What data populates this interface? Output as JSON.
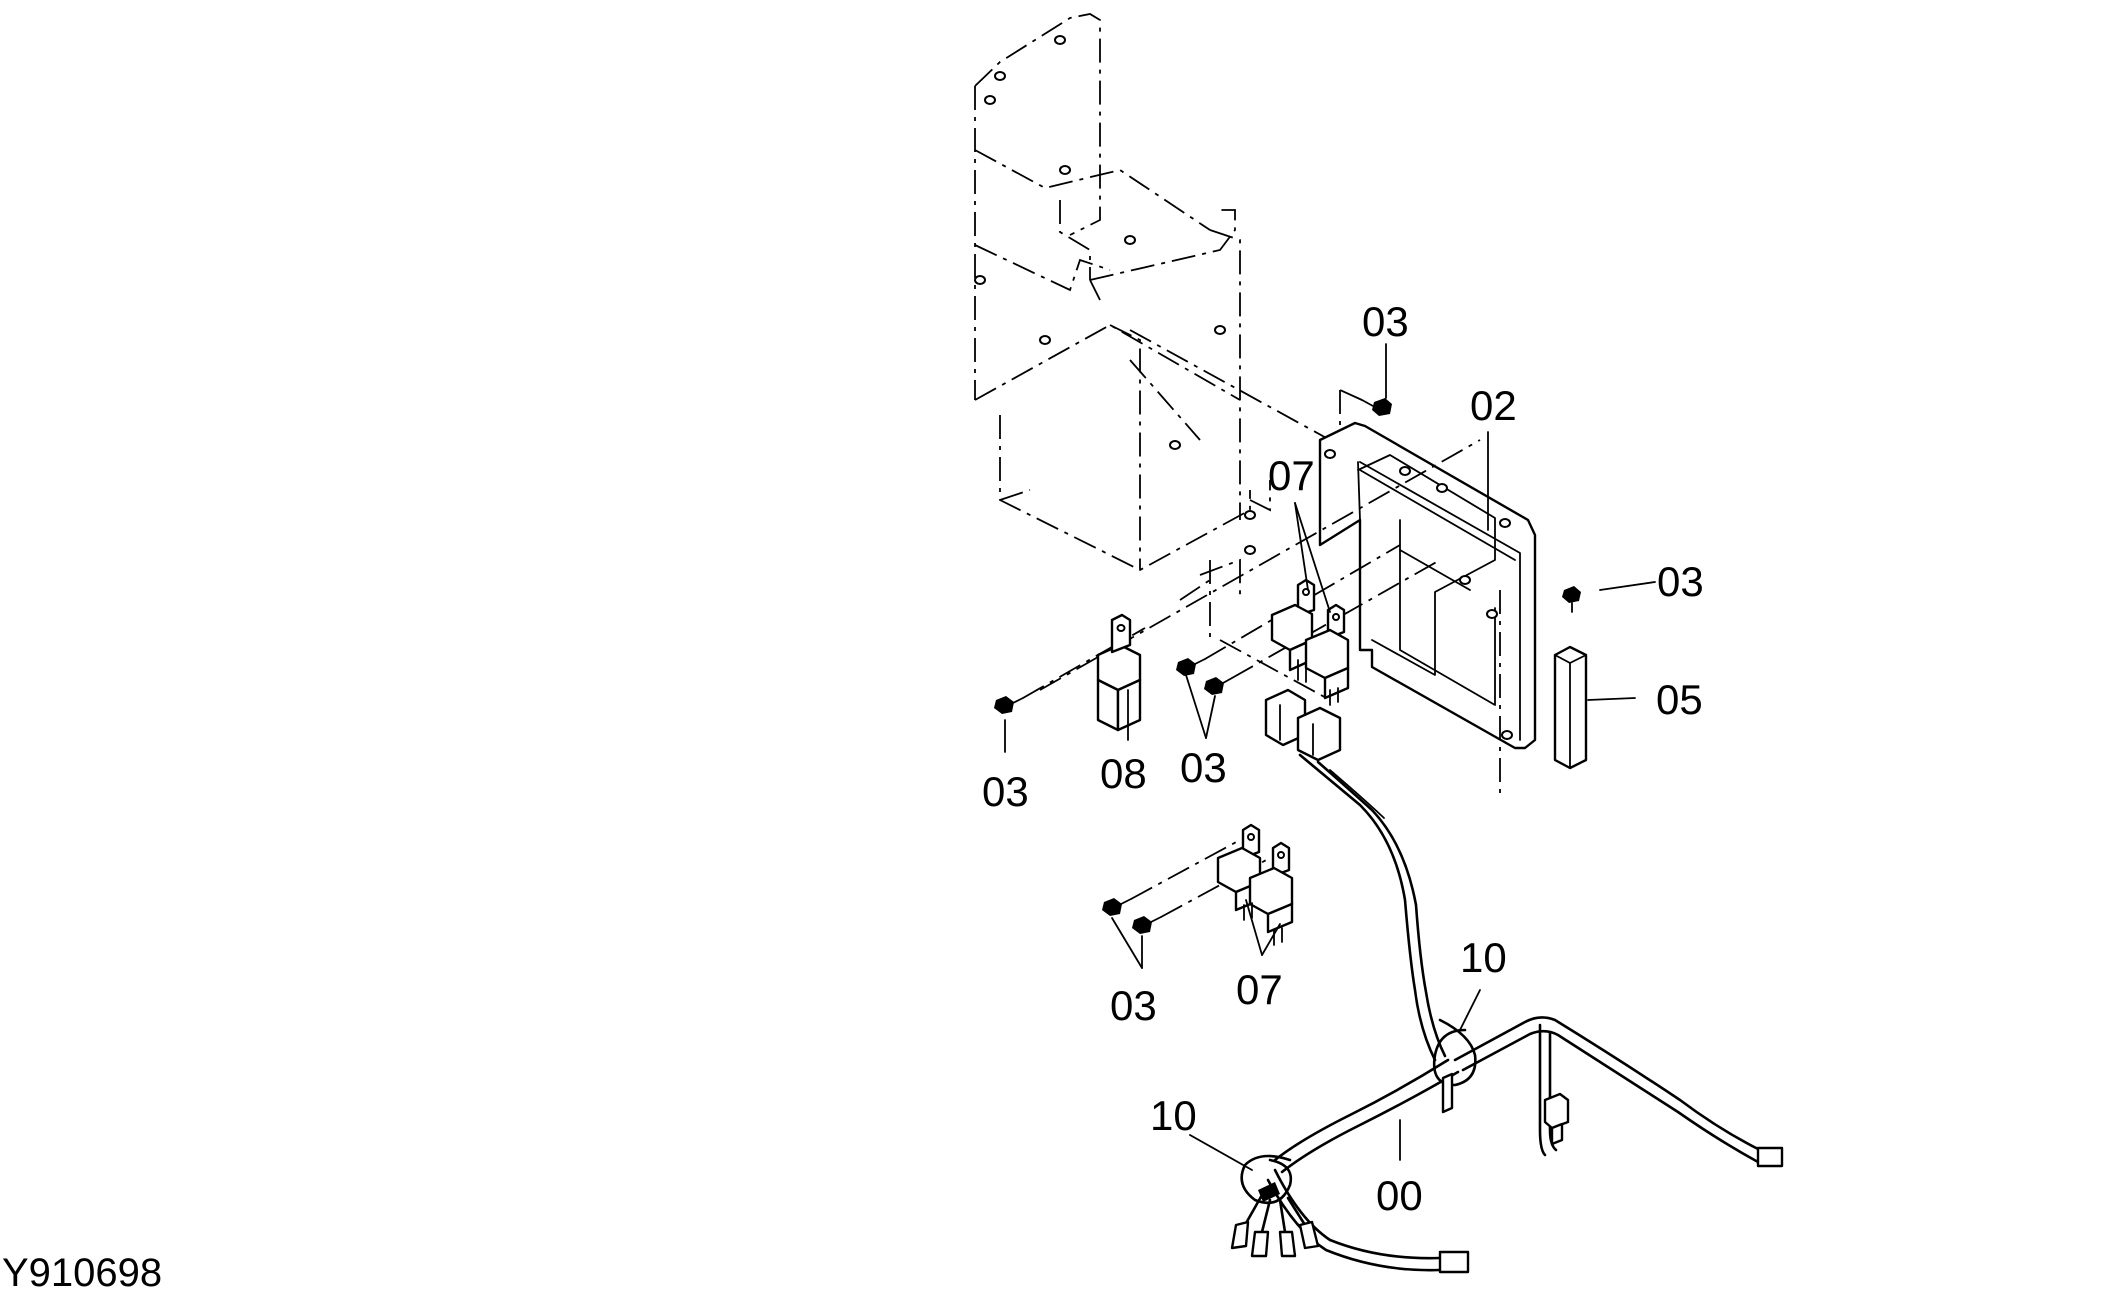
{
  "diagram": {
    "drawing_id": "Y910698",
    "callouts": [
      {
        "id": "c-03-top",
        "text": "03"
      },
      {
        "id": "c-02",
        "text": "02"
      },
      {
        "id": "c-07-top",
        "text": "07"
      },
      {
        "id": "c-03-right",
        "text": "03"
      },
      {
        "id": "c-05",
        "text": "05"
      },
      {
        "id": "c-03-left",
        "text": "03"
      },
      {
        "id": "c-08",
        "text": "08"
      },
      {
        "id": "c-03-mid",
        "text": "03"
      },
      {
        "id": "c-03-low",
        "text": "03"
      },
      {
        "id": "c-07-low",
        "text": "07"
      },
      {
        "id": "c-10-right",
        "text": "10"
      },
      {
        "id": "c-10-left",
        "text": "10"
      },
      {
        "id": "c-00",
        "text": "00"
      }
    ]
  }
}
